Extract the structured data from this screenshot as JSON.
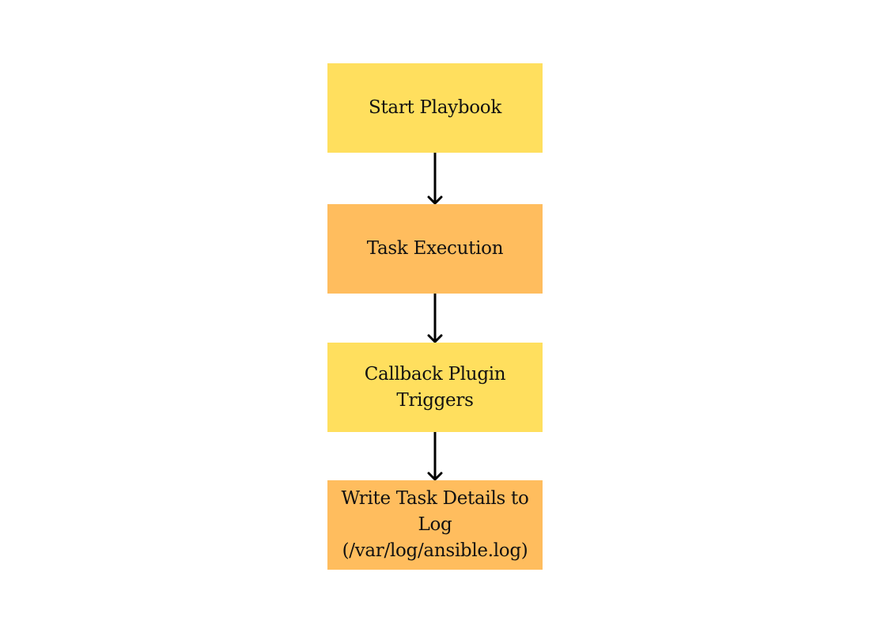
{
  "diagram": {
    "nodes": [
      {
        "id": "start",
        "label": "Start Playbook",
        "color": "#FFDF5E"
      },
      {
        "id": "task",
        "label": "Task Execution",
        "color": "#FFBD5E"
      },
      {
        "id": "callback",
        "label": "Callback Plugin Triggers",
        "color": "#FFDF5E"
      },
      {
        "id": "write",
        "label": "Write Task Details to Log (/var/log/ansible.log)",
        "color": "#FFBD5E"
      }
    ],
    "edges": [
      {
        "from": "start",
        "to": "task"
      },
      {
        "from": "task",
        "to": "callback"
      },
      {
        "from": "callback",
        "to": "write"
      }
    ],
    "edge_color": "#000000"
  }
}
